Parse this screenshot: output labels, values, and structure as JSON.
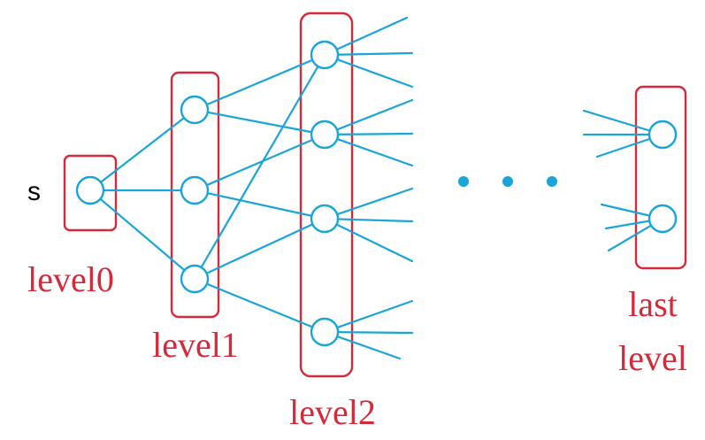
{
  "colors": {
    "frame": "#d42a3a",
    "edge": "#1aa5d8",
    "label": "#d42a3a",
    "source": "#000000"
  },
  "source_label": "s",
  "labels": {
    "level0": "level0",
    "level1": "level1",
    "level2": "level2",
    "last_line1": "last",
    "last_line2": "level"
  }
}
